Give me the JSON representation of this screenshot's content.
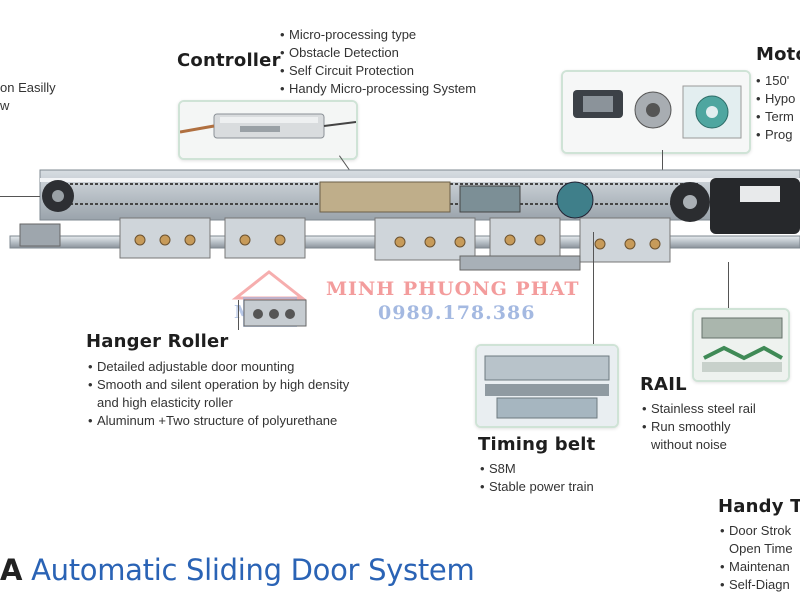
{
  "left_partial": {
    "lines": [
      "on Easilly",
      "w"
    ]
  },
  "controller": {
    "heading": "Controller",
    "bullets": [
      "Micro-processing type",
      "Obstacle Detection",
      "Self Circuit Protection",
      "Handy Micro-processing System"
    ]
  },
  "motor": {
    "heading": "Moto",
    "bullets": [
      "150'",
      "Hypo",
      "Term",
      "Prog"
    ]
  },
  "hanger_roller": {
    "heading": "Hanger Roller",
    "bullets": [
      {
        "text": "Detailed adjustable door mounting",
        "cont": false
      },
      {
        "text": "Smooth and silent operation by high density",
        "cont": false
      },
      {
        "text": "and high elasticity roller",
        "cont": true
      },
      {
        "text": "Aluminum +Two structure of polyurethane",
        "cont": false
      }
    ]
  },
  "timing_belt": {
    "heading": "Timing belt",
    "bullets": [
      "S8M",
      "Stable power train"
    ]
  },
  "rail": {
    "heading": "RAIL",
    "bullets": [
      {
        "text": "Stainless steel rail",
        "cont": false
      },
      {
        "text": "Run smoothly",
        "cont": false
      },
      {
        "text": "without noise",
        "cont": true
      }
    ]
  },
  "handy_terminal": {
    "heading": "Handy Ter",
    "bullets": [
      {
        "text": "Door Strok",
        "cont": false
      },
      {
        "text": "Open Time",
        "cont": true
      },
      {
        "text": "Maintenan",
        "cont": false
      },
      {
        "text": "Self-Diagn",
        "cont": false
      }
    ]
  },
  "watermark": {
    "company": "MINH PHUONG PHAT",
    "phone": "0989.178.386",
    "logo_letters": "MPS"
  },
  "title": {
    "lead": "A",
    "text": "Automatic Sliding Door System"
  },
  "colors": {
    "title_blue": "#2a63b5",
    "watermark_red": "#f28b8b",
    "watermark_blue": "#9bb2de",
    "card_border": "#cfe3d6"
  }
}
